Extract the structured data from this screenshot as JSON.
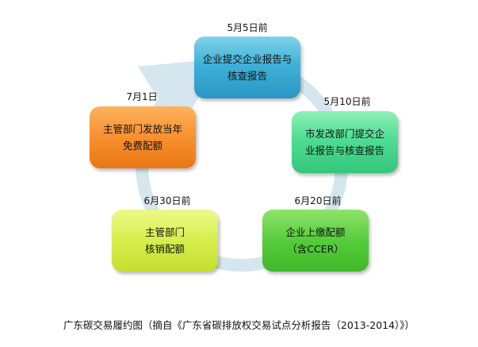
{
  "steps": [
    {
      "date": "5月5日前",
      "lines": [
        "企业提交企业报告与",
        "核查报告"
      ],
      "color": "#3fb1d8"
    },
    {
      "date": "5月10日前",
      "lines": [
        "市发改部门提交企",
        "业报告与核查报告"
      ],
      "color": "#4fdc93"
    },
    {
      "date": "6月20日前",
      "lines": [
        "企业上缴配额",
        "（含CCER）"
      ],
      "color": "#55cc3c"
    },
    {
      "date": "6月30日前",
      "lines": [
        "主管部门",
        "核销配额"
      ],
      "color": "#d6ee4d"
    },
    {
      "date": "7月1日",
      "lines": [
        "主管部门发放当年",
        "免费配额"
      ],
      "color": "#f7902f"
    }
  ],
  "caption": "广东碳交易履约图（摘自《广东省碳排放权交易试点分析报告（2013-2014）》）",
  "cycle_color": "#d6e6ee"
}
